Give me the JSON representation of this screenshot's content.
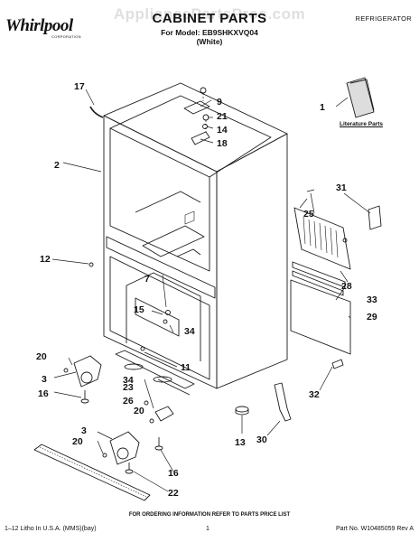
{
  "header": {
    "brand": "Whirlpool",
    "brand_sub": "CORPORATION",
    "title": "CABINET PARTS",
    "model_line": "For Model: EB9SHKXVQ04",
    "color_line": "(White)",
    "category": "REFRIGERATOR",
    "watermark": "AppliancePartsPros.com"
  },
  "literature_label": "Literature Parts",
  "callouts": [
    "1",
    "2",
    "3",
    "3",
    "7",
    "9",
    "11",
    "12",
    "13",
    "14",
    "15",
    "16",
    "16",
    "17",
    "18",
    "20",
    "20",
    "20",
    "21",
    "22",
    "23",
    "25",
    "26",
    "28",
    "29",
    "30",
    "31",
    "32",
    "33",
    "34",
    "34"
  ],
  "footer": {
    "note": "FOR ORDERING INFORMATION REFER TO PARTS PRICE LIST",
    "left": "1–12 Litho In U.S.A. (MMS)(bay)",
    "page": "1",
    "part_no": "Part No. W10485059 Rev A"
  },
  "colors": {
    "line": "#1a1a1a",
    "shade": "#444444"
  }
}
